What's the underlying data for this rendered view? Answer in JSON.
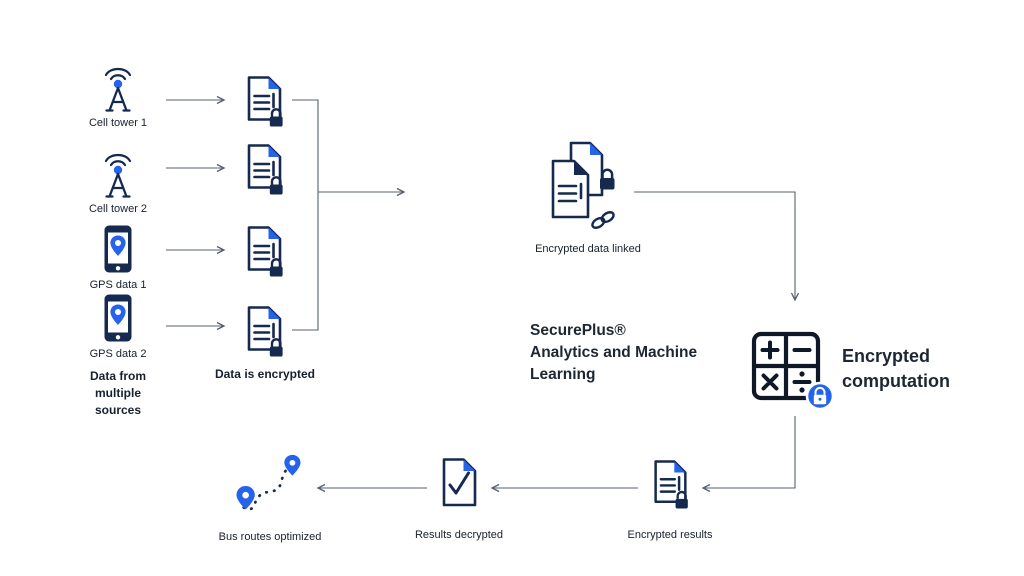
{
  "colors": {
    "accent_blue": "#2563eb",
    "icon_navy": "#16294f",
    "calculator_ink": "#101828",
    "connector_gray": "#55606e",
    "text_ink": "#17202e"
  },
  "sources": [
    {
      "label": "Cell tower 1",
      "icon": "cell-tower-icon"
    },
    {
      "label": "Cell tower 2",
      "icon": "cell-tower-icon"
    },
    {
      "label": "GPS data 1",
      "icon": "gps-phone-icon"
    },
    {
      "label": "GPS data 2",
      "icon": "gps-phone-icon"
    }
  ],
  "captions": {
    "sources": "Data from\nmultiple\nsources",
    "encryption": "Data is encrypted"
  },
  "nodes": {
    "linked": "Encrypted data linked",
    "secureplus": "SecurePlus®\nAnalytics and Machine\nLearning",
    "computation": "Encrypted\ncomputation",
    "encrypted_results": "Encrypted results",
    "results_decrypted": "Results decrypted",
    "bus_routes": "Bus routes optimized"
  }
}
